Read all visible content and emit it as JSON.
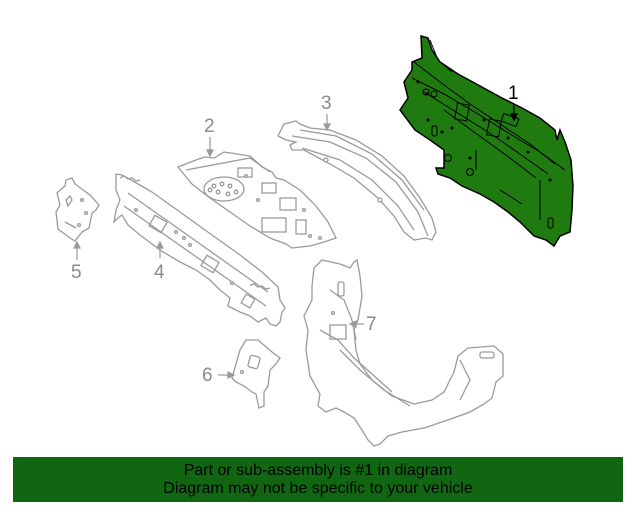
{
  "diagram": {
    "highlight_part": "1",
    "colors": {
      "highlight_fill": "#1f7a0f",
      "outline": "#9a9a9a",
      "banner": "#116611"
    },
    "callouts": [
      {
        "id": "1",
        "label": "1"
      },
      {
        "id": "2",
        "label": "2"
      },
      {
        "id": "3",
        "label": "3"
      },
      {
        "id": "4",
        "label": "4"
      },
      {
        "id": "5",
        "label": "5"
      },
      {
        "id": "6",
        "label": "6"
      },
      {
        "id": "7",
        "label": "7"
      }
    ]
  },
  "banner": {
    "line1": "Part or sub-assembly is #1 in diagram",
    "line2": "Diagram may not be specific to your vehicle"
  }
}
